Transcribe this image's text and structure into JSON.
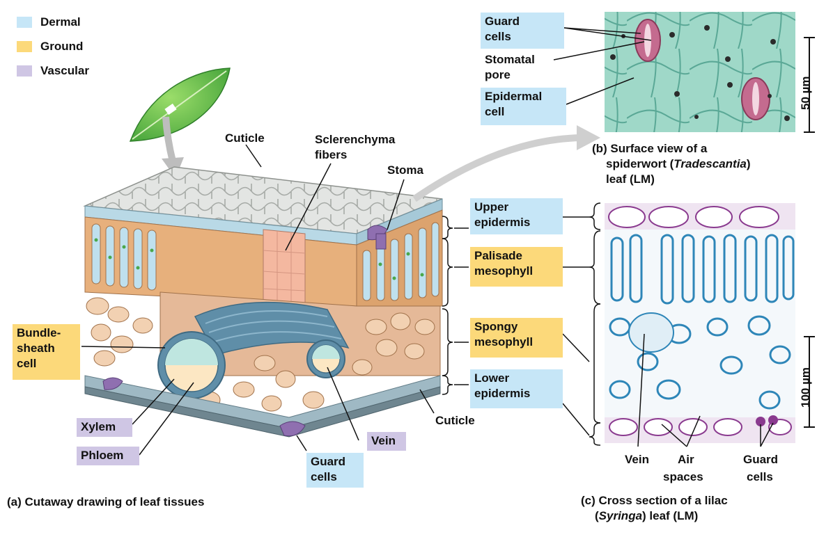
{
  "legend": [
    {
      "label": "Dermal",
      "color": "#c6e6f7"
    },
    {
      "label": "Ground",
      "color": "#fcd97a"
    },
    {
      "label": "Vascular",
      "color": "#cfc6e4"
    }
  ],
  "labels": {
    "cuticle_top": "Cuticle",
    "sclerenchyma_1": "Sclerenchyma",
    "sclerenchyma_2": "fibers",
    "stoma": "Stoma",
    "bundle_sheath_1": "Bundle-",
    "bundle_sheath_2": "sheath",
    "bundle_sheath_3": "cell",
    "xylem": "Xylem",
    "phloem": "Phloem",
    "vein_a": "Vein",
    "guard_cells_a_1": "Guard",
    "guard_cells_a_2": "cells",
    "cuticle_bottom": "Cuticle",
    "upper_epidermis_1": "Upper",
    "upper_epidermis_2": "epidermis",
    "palisade_1": "Palisade",
    "palisade_2": "mesophyll",
    "spongy_1": "Spongy",
    "spongy_2": "mesophyll",
    "lower_epidermis_1": "Lower",
    "lower_epidermis_2": "epidermis",
    "guard_cells_b_1": "Guard",
    "guard_cells_b_2": "cells",
    "stomatal_pore_1": "Stomatal",
    "stomatal_pore_2": "pore",
    "epidermal_cell_1": "Epidermal",
    "epidermal_cell_2": "cell",
    "scale_b": "50 µm",
    "scale_c": "100 µm",
    "vein_c": "Vein",
    "air_spaces_1": "Air",
    "air_spaces_2": "spaces",
    "guard_cells_c_1": "Guard",
    "guard_cells_c_2": "cells"
  },
  "captions": {
    "a": "(a) Cutaway drawing of leaf tissues",
    "b_1": "(b) Surface view of a",
    "b_2_pre": "spiderwort (",
    "b_2_italic": "Tradescantia",
    "b_2_post": ")",
    "b_3": "leaf (LM)",
    "c_1": "(c) Cross section of a lilac",
    "c_2_pre": "(",
    "c_2_italic": "Syringa",
    "c_2_post": ") leaf (LM)"
  }
}
